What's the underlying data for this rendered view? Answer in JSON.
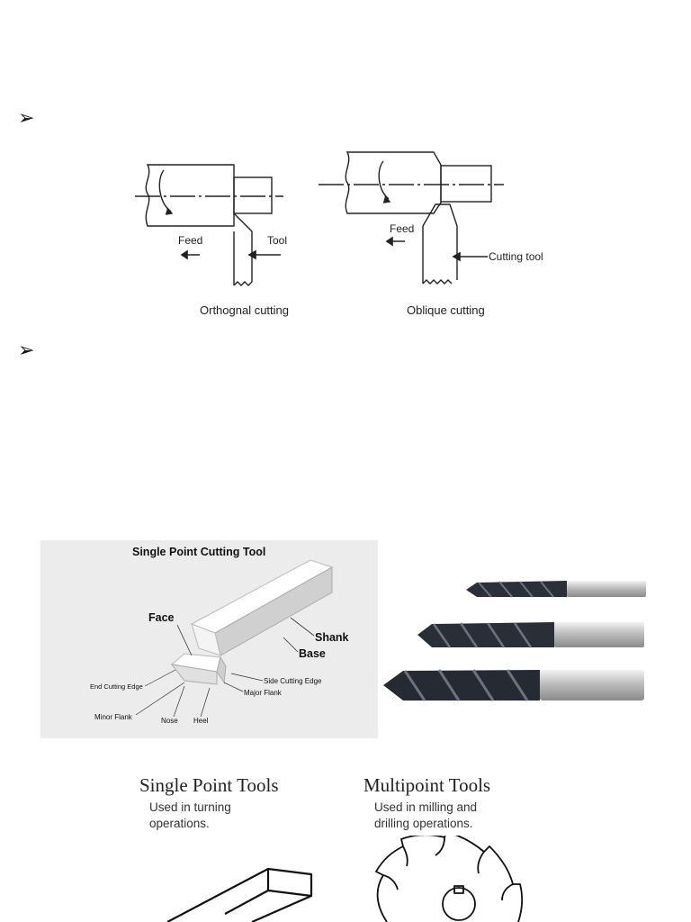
{
  "bullets": [
    "➢",
    "➢"
  ],
  "cutting_diagram": {
    "orthogonal": {
      "feed_label": "Feed",
      "tool_label": "Tool",
      "caption": "Orthognal cutting"
    },
    "oblique": {
      "feed_label": "Feed",
      "tool_label": "Cutting tool",
      "caption": "Oblique cutting"
    }
  },
  "single_point_tool": {
    "title": "Single Point Cutting Tool",
    "labels": {
      "face": "Face",
      "shank": "Shank",
      "base": "Base",
      "side_cutting_edge": "Side Cutting Edge",
      "end_cutting_edge": "End Cutting Edge",
      "major_flank": "Major Flank",
      "minor_flank": "Minor Flank",
      "nose": "Nose",
      "heel": "Heel"
    }
  },
  "tool_types": {
    "single": {
      "heading": "Single Point Tools",
      "line1": "Used in turning",
      "line2": "operations."
    },
    "multi": {
      "heading": "Multipoint Tools",
      "line1": "Used in milling and",
      "line2": "drilling operations."
    }
  }
}
